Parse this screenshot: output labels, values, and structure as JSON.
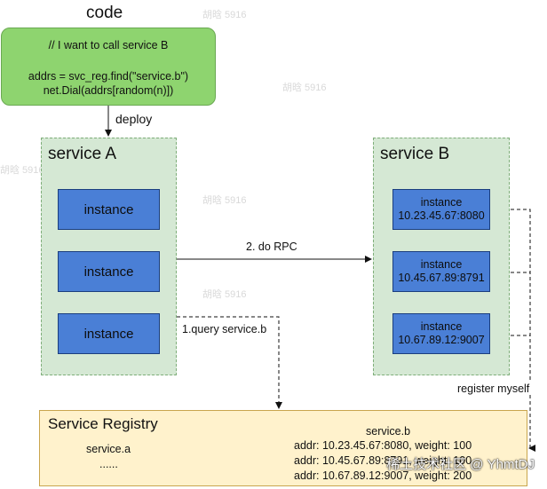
{
  "code": {
    "title": "code",
    "comment": "// I want to call service B",
    "line1": "addrs = svc_reg.find(\"service.b\")",
    "line2": "net.Dial(addrs[random(n)])"
  },
  "deploy_label": "deploy",
  "service_a": {
    "title": "service A",
    "instances": [
      "instance",
      "instance",
      "instance"
    ]
  },
  "service_b": {
    "title": "service B",
    "instances": [
      {
        "label": "instance",
        "addr": "10.23.45.67:8080"
      },
      {
        "label": "instance",
        "addr": "10.45.67.89:8791"
      },
      {
        "label": "instance",
        "addr": "10.67.89.12:9007"
      }
    ]
  },
  "edges": {
    "rpc": "2. do RPC",
    "query": "1.query service.b",
    "register": "register myself"
  },
  "registry": {
    "title": "Service Registry",
    "service_a": "service.a",
    "dots": "......",
    "service_b": "service.b",
    "entries": [
      "addr: 10.23.45.67:8080, weight: 100",
      "addr: 10.45.67.89:8791, weight: 100",
      "addr: 10.67.89.12:9007, weight: 200"
    ]
  },
  "watermark": "稀土技术社区 @ YhmtDJ",
  "faint_watermark": "胡晗 5916",
  "colors": {
    "code_box": "#8ed46f",
    "service_group": "#d5e8d4",
    "instance": "#4a7fd6",
    "registry": "#fff2cc"
  }
}
